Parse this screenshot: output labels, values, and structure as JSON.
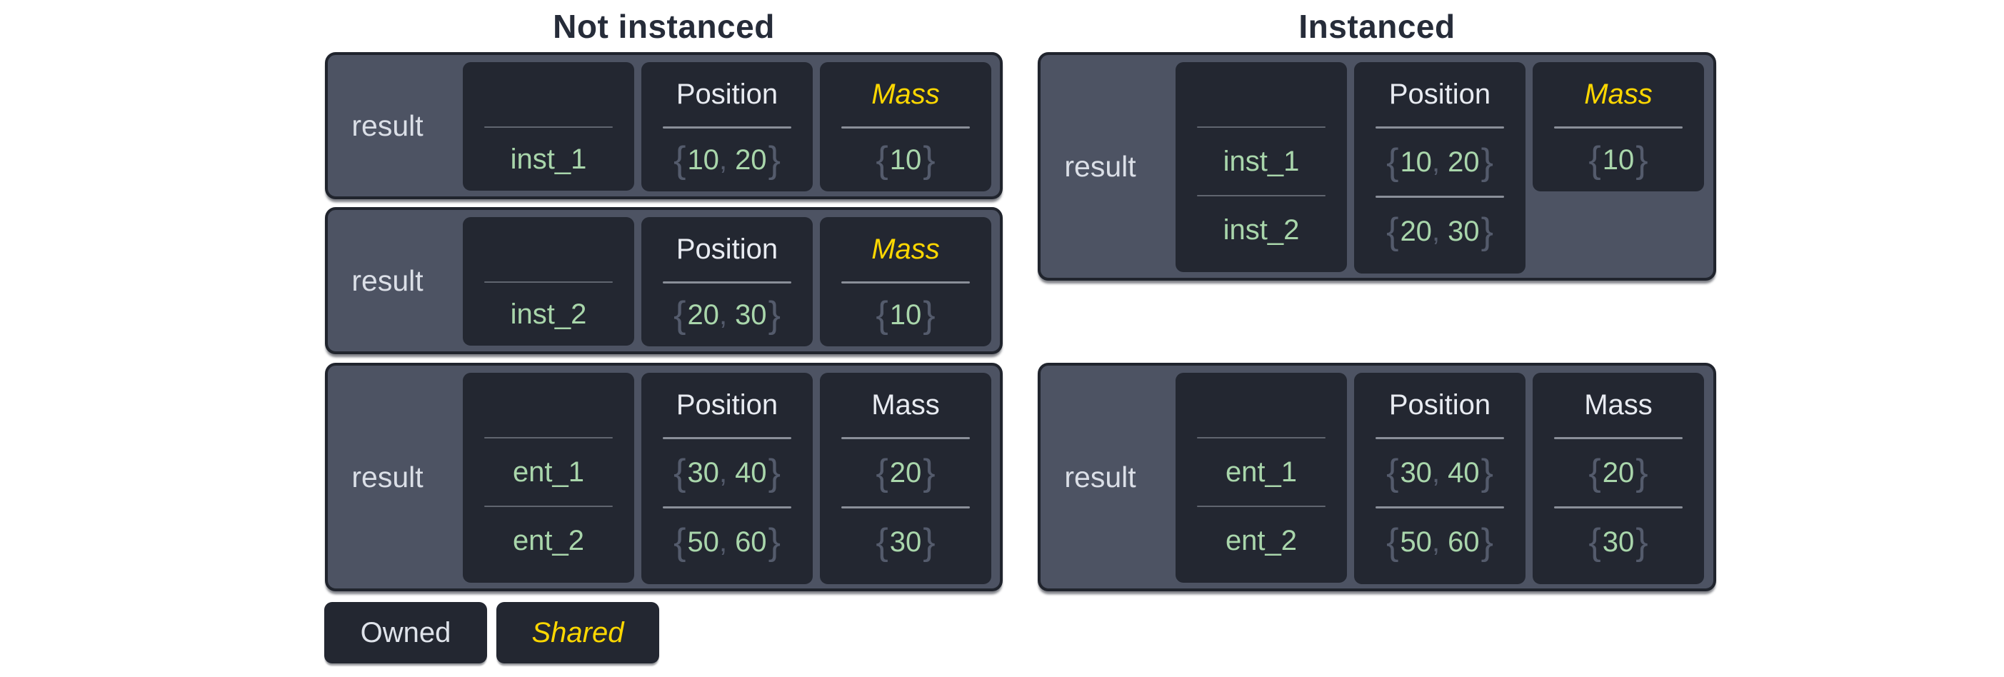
{
  "sections": [
    {
      "title": "Not instanced"
    },
    {
      "title": "Instanced"
    }
  ],
  "legend": {
    "owned": "Owned",
    "shared": "Shared"
  },
  "colors": {
    "page_background": "#ffffff",
    "title_text": "#262c39",
    "table_fill": "#4d5363",
    "table_border": "#20242d",
    "cell_fill": "#232731",
    "result_text": "#dbdfe7",
    "header_text": "#e8ebf1",
    "shared_yellow": "#fdd700",
    "value_green": "#a9d6ab",
    "punctuation_gray": "#545b6c",
    "divider_bright": "#8a8f99",
    "divider_dim": "#60656f"
  },
  "tables": [
    {
      "section": "Not instanced",
      "result": "result",
      "columns": [
        {
          "header": "",
          "shared": false,
          "rows": [
            "inst_1"
          ]
        },
        {
          "header": "Position",
          "shared": false,
          "rows": [
            {
              "open": "{",
              "a": "10",
              "comma": ",",
              "b": "20",
              "close": "}"
            }
          ]
        },
        {
          "header": "Mass",
          "shared": true,
          "rows": [
            {
              "open": "{",
              "a": "10",
              "close": "}"
            }
          ]
        }
      ]
    },
    {
      "section": "Not instanced",
      "result": "result",
      "columns": [
        {
          "header": "",
          "shared": false,
          "rows": [
            "inst_2"
          ]
        },
        {
          "header": "Position",
          "shared": false,
          "rows": [
            {
              "open": "{",
              "a": "20",
              "comma": ",",
              "b": "30",
              "close": "}"
            }
          ]
        },
        {
          "header": "Mass",
          "shared": true,
          "rows": [
            {
              "open": "{",
              "a": "10",
              "close": "}"
            }
          ]
        }
      ]
    },
    {
      "section": "Not instanced",
      "result": "result",
      "columns": [
        {
          "header": "",
          "shared": false,
          "rows": [
            "ent_1",
            "ent_2"
          ]
        },
        {
          "header": "Position",
          "shared": false,
          "rows": [
            {
              "open": "{",
              "a": "30",
              "comma": ",",
              "b": "40",
              "close": "}"
            },
            {
              "open": "{",
              "a": "50",
              "comma": ",",
              "b": "60",
              "close": "}"
            }
          ]
        },
        {
          "header": "Mass",
          "shared": false,
          "rows": [
            {
              "open": "{",
              "a": "20",
              "close": "}"
            },
            {
              "open": "{",
              "a": "30",
              "close": "}"
            }
          ]
        }
      ]
    },
    {
      "section": "Instanced",
      "result": "result",
      "columns": [
        {
          "header": "",
          "shared": false,
          "rows": [
            "inst_1",
            "inst_2"
          ]
        },
        {
          "header": "Position",
          "shared": false,
          "rows": [
            {
              "open": "{",
              "a": "10",
              "comma": ",",
              "b": "20",
              "close": "}"
            },
            {
              "open": "{",
              "a": "20",
              "comma": ",",
              "b": "30",
              "close": "}"
            }
          ]
        },
        {
          "header": "Mass",
          "shared": true,
          "rows": [
            {
              "open": "{",
              "a": "10",
              "close": "}"
            }
          ]
        }
      ]
    },
    {
      "section": "Instanced",
      "result": "result",
      "columns": [
        {
          "header": "",
          "shared": false,
          "rows": [
            "ent_1",
            "ent_2"
          ]
        },
        {
          "header": "Position",
          "shared": false,
          "rows": [
            {
              "open": "{",
              "a": "30",
              "comma": ",",
              "b": "40",
              "close": "}"
            },
            {
              "open": "{",
              "a": "50",
              "comma": ",",
              "b": "60",
              "close": "}"
            }
          ]
        },
        {
          "header": "Mass",
          "shared": false,
          "rows": [
            {
              "open": "{",
              "a": "20",
              "close": "}"
            },
            {
              "open": "{",
              "a": "30",
              "close": "}"
            }
          ]
        }
      ]
    }
  ]
}
